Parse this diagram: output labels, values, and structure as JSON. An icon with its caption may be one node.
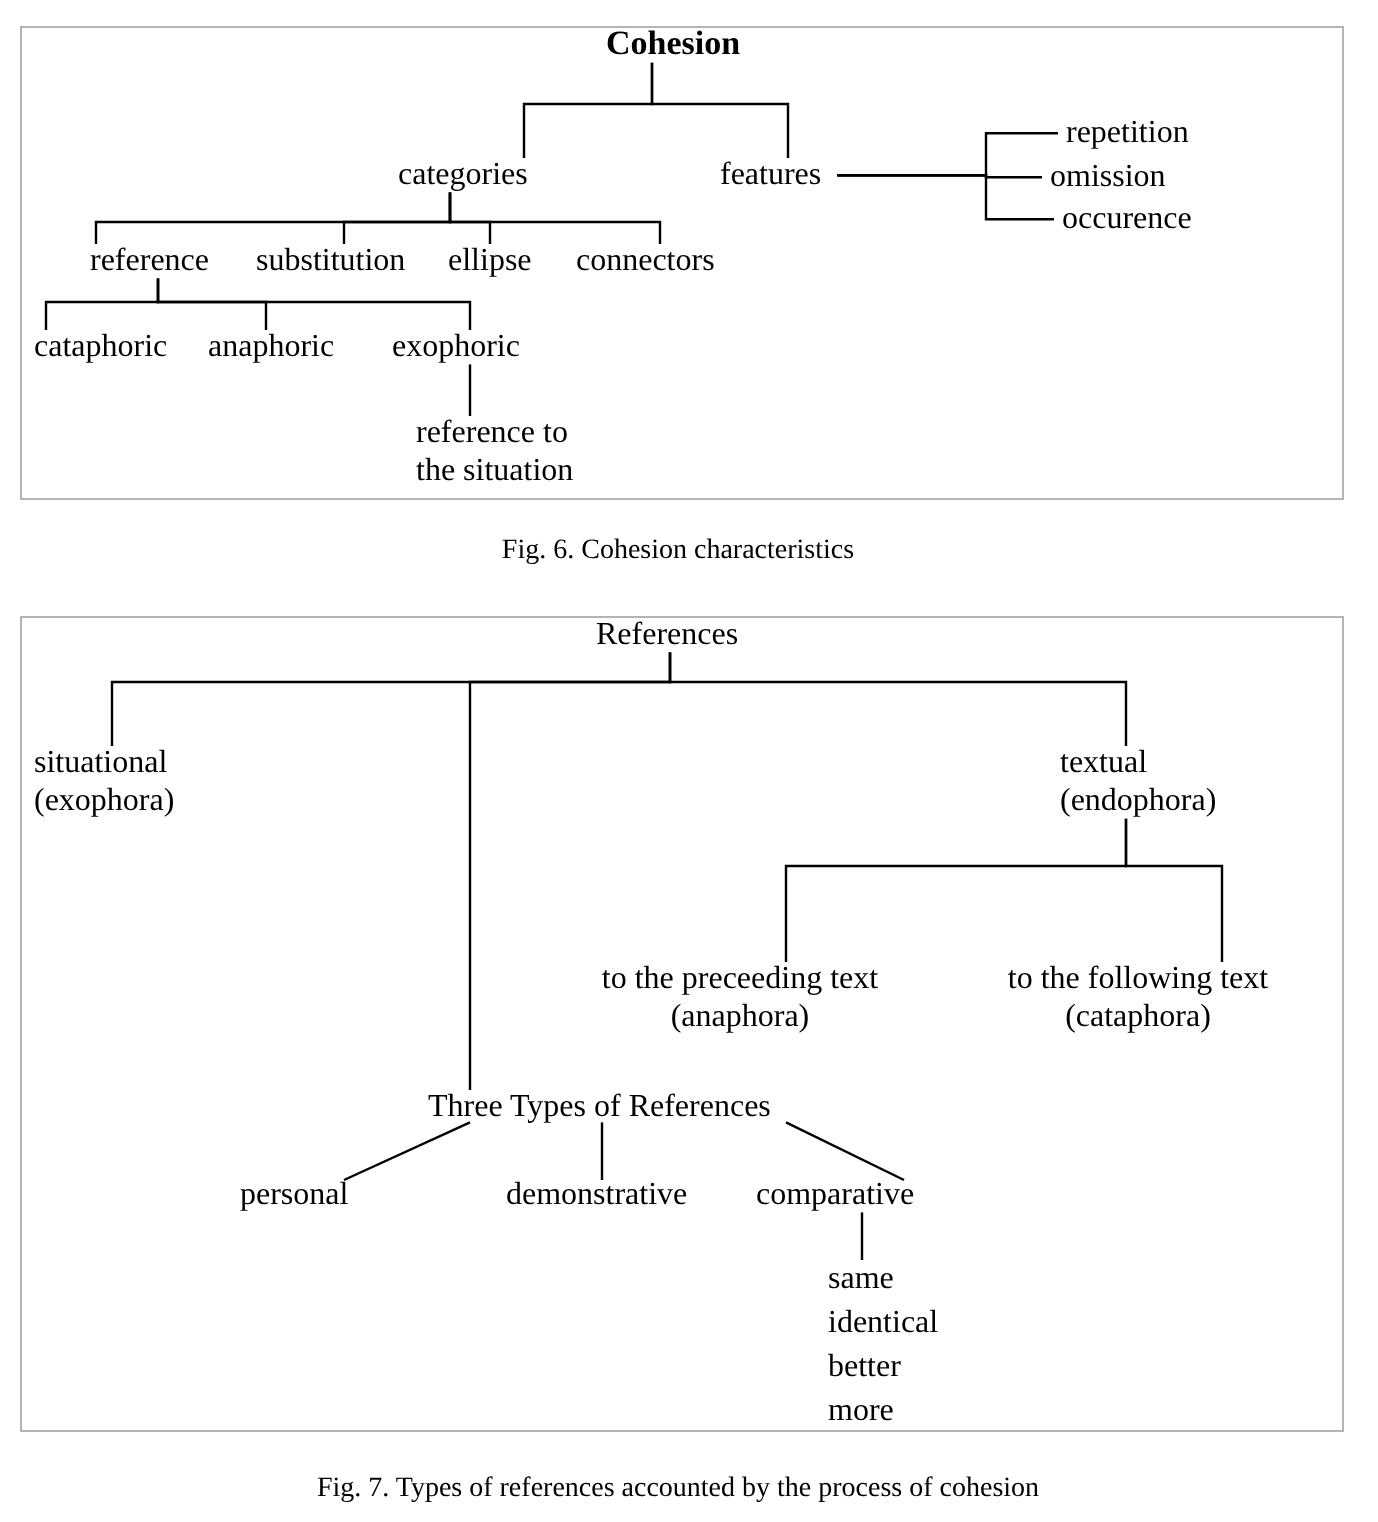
{
  "diagram": {
    "nodes": [
      {
        "text": [],
        "shape": "box"
      },
      {
        "text": [
          "Cohesion"
        ],
        "in": 0
      },
      {
        "text": [
          "categories"
        ],
        "in": 0
      },
      {
        "text": [
          "features"
        ],
        "in": 0
      },
      {
        "text": [
          "repetition"
        ],
        "in": 0
      },
      {
        "text": [
          "omission"
        ],
        "in": 0
      },
      {
        "text": [
          "occurence"
        ],
        "in": 0
      },
      {
        "text": [
          "reference"
        ],
        "in": 0
      },
      {
        "text": [
          "substitution"
        ],
        "in": 0
      },
      {
        "text": [
          "ellipse"
        ],
        "in": 0
      },
      {
        "text": [
          "connectors"
        ],
        "in": 0
      },
      {
        "text": [
          "cataphoric"
        ],
        "in": 0
      },
      {
        "text": [
          "anaphoric"
        ],
        "in": 0
      },
      {
        "text": [
          "exophoric"
        ],
        "in": 0
      },
      {
        "text": [
          "reference to the situation"
        ],
        "in": 0
      },
      {
        "text": [],
        "shape": "box"
      },
      {
        "text": [
          "References"
        ],
        "in": 15
      },
      {
        "text": [
          "situational (exophora)"
        ],
        "in": 15
      },
      {
        "text": [
          "textual (endophora)"
        ],
        "in": 15
      },
      {
        "text": [
          "to the preceeding text (anaphora)"
        ],
        "in": 15
      },
      {
        "text": [
          "to the following text (cataphora)"
        ],
        "in": 15
      },
      {
        "text": [
          "Three Types of References"
        ],
        "in": 15
      },
      {
        "text": [
          "personal"
        ],
        "in": 15
      },
      {
        "text": [
          "demonstrative"
        ],
        "in": 15
      },
      {
        "text": [
          "comparative"
        ],
        "in": 15
      },
      {
        "text": [
          "same",
          "identical",
          "better",
          "more"
        ],
        "in": 15
      }
    ],
    "edges": [
      {
        "from": 1,
        "to": 2,
        "arrow": "none"
      },
      {
        "from": 1,
        "to": 3,
        "arrow": "none"
      },
      {
        "from": 3,
        "to": 4,
        "arrow": "none"
      },
      {
        "from": 3,
        "to": 5,
        "arrow": "none"
      },
      {
        "from": 3,
        "to": 6,
        "arrow": "none"
      },
      {
        "from": 2,
        "to": 7,
        "arrow": "none"
      },
      {
        "from": 2,
        "to": 8,
        "arrow": "none"
      },
      {
        "from": 2,
        "to": 9,
        "arrow": "none"
      },
      {
        "from": 2,
        "to": 10,
        "arrow": "none"
      },
      {
        "from": 7,
        "to": 11,
        "arrow": "none"
      },
      {
        "from": 7,
        "to": 12,
        "arrow": "none"
      },
      {
        "from": 7,
        "to": 13,
        "arrow": "none"
      },
      {
        "from": 13,
        "to": 14,
        "arrow": "none"
      },
      {
        "from": 16,
        "to": 17,
        "arrow": "none"
      },
      {
        "from": 16,
        "to": 21,
        "arrow": "none"
      },
      {
        "from": 16,
        "to": 18,
        "arrow": "none"
      },
      {
        "from": 18,
        "to": 19,
        "arrow": "none"
      },
      {
        "from": 18,
        "to": 20,
        "arrow": "none"
      },
      {
        "from": 21,
        "to": 22,
        "arrow": "none"
      },
      {
        "from": 21,
        "to": 23,
        "arrow": "none"
      },
      {
        "from": 21,
        "to": 24,
        "arrow": "none"
      },
      {
        "from": 24,
        "to": 25,
        "arrow": "none"
      }
    ],
    "labels": [
      "Fig. 6. Cohesion characteristics",
      "Fig. 7. Types of references accounted by the process of cohesion"
    ]
  }
}
